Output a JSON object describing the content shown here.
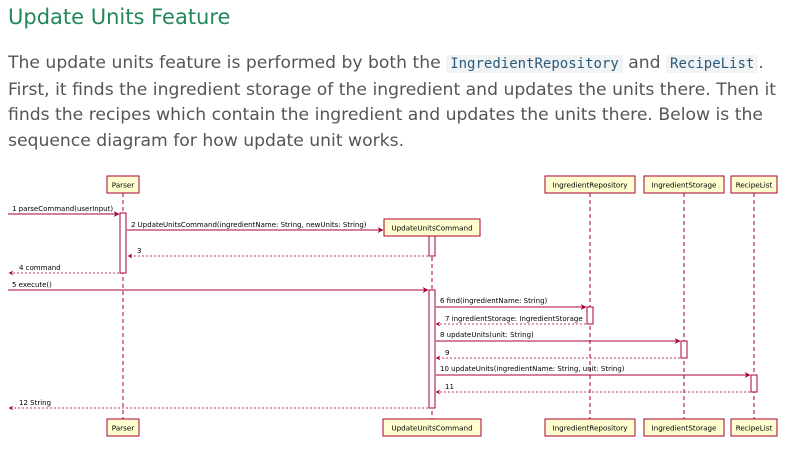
{
  "heading": "Update Units Feature",
  "paragraph": {
    "part1": "The update units feature is performed by both the ",
    "code1": "IngredientRepository",
    "part2": " and ",
    "code2": "RecipeList",
    "part3": ". First, it finds the ingredient storage of the ingredient and updates the units there. Then it finds the recipes which contain the ingredient and updates the units there. Below is the sequence diagram for how update unit works."
  },
  "diagram": {
    "participants": {
      "parser": "Parser",
      "update_units_command": "UpdateUnitsCommand",
      "ingredient_repository": "IngredientRepository",
      "ingredient_storage": "IngredientStorage",
      "recipe_list": "RecipeList"
    },
    "messages": {
      "m1": "1  parseCommand(userInput)",
      "m2": "2  UpdateUnitsCommand(ingredientName: String, newUnits: String)",
      "m3": "3",
      "m4": "4  command",
      "m5": "5  execute()",
      "m6": "6  find(ingredientName: String)",
      "m7": "7  ingredientStorage: IngredientStorage",
      "m8": "8  updateUnits(unit: String)",
      "m9": "9",
      "m10": "10  updateUnits(ingredientName: String, unit: String)",
      "m11": "11",
      "m12": "12  String"
    },
    "colors": {
      "box_fill": "#fefece",
      "box_border": "#a80036",
      "arrow": "#a80036",
      "lifeline": "#a80036",
      "heading": "#22885a",
      "text": "#555555"
    }
  }
}
